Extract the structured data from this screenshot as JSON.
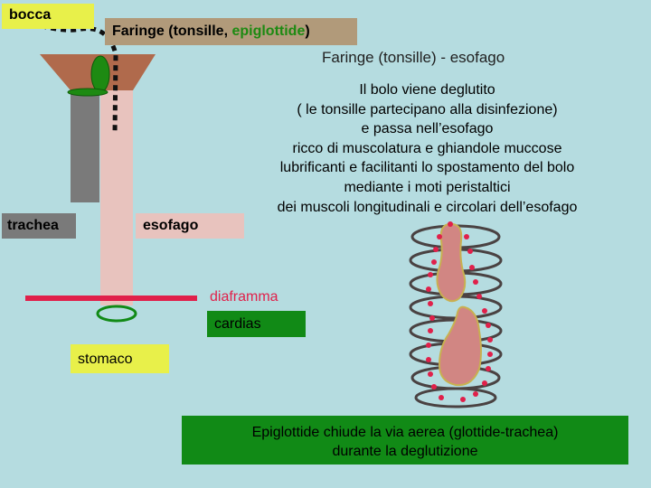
{
  "labels": {
    "bocca": "bocca",
    "faringe_main": "Faringe (tonsille, ",
    "faringe_epiglottide": "epiglottide",
    "faringe_close": ")",
    "faringe_esofago": "Faringe (tonsille) - esofago",
    "trachea": "trachea",
    "esofago": "esofago",
    "diaframma": "diaframma",
    "cardias": "cardias",
    "stomaco": "stomaco"
  },
  "description": [
    "Il bolo viene deglutito",
    "( le tonsille partecipano alla disinfezione)",
    "e passa nell’esofago",
    "ricco di muscolatura  e ghiandole muccose",
    "lubrificanti e facilitanti lo spostamento del bolo",
    "mediante  i moti peristaltici",
    "dei muscoli longitudinali e circolari dell’esofago"
  ],
  "note": [
    "Epiglottide chiude la via aerea (glottide-trachea)",
    "durante la deglutizione"
  ],
  "colors": {
    "background": "#b5dce0",
    "bolus": "#d18683",
    "diaphragm": "#e0204a",
    "epiglottis": "#1d8a12",
    "pharynx": "#b06a4c",
    "trachea": "#7a7a7a",
    "esophagus": "#e8c3be"
  }
}
